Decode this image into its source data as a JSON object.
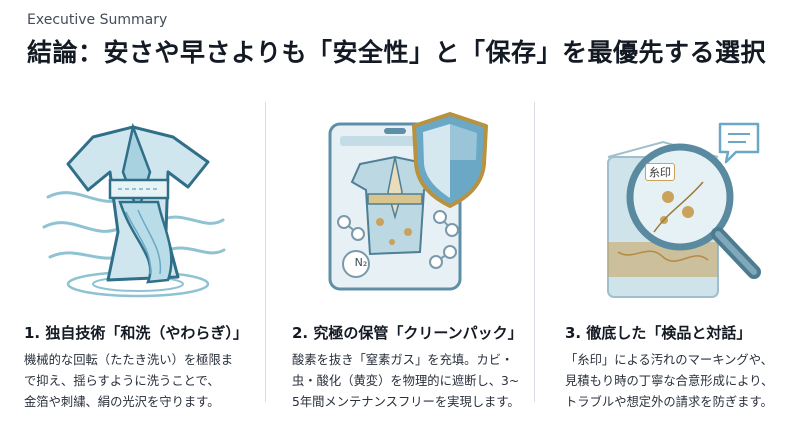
{
  "header": {
    "eyebrow": "Executive Summary",
    "headline": "結論：安さや早さよりも「安全性」と「保存」を最優先する選択"
  },
  "columns": [
    {
      "title": "1. 独自技術「和洗（やわらぎ）」",
      "lines": [
        "機械的な回転（たたき洗い）を極限ま",
        "で抑え、揺らすように洗うことで、",
        "金箔や刺繍、絹の光沢を守ります。"
      ],
      "icon": "kimono-water-icon"
    },
    {
      "title": "2. 究極の保管「クリーンパック」",
      "lines": [
        "酸素を抜き「窒素ガス」を充填。カビ・",
        "虫・酸化（黄変）を物理的に遮断し、3~",
        "5年間メンテナンスフリーを実現します。"
      ],
      "icon": "sealed-pack-shield-icon",
      "badge": "N₂"
    },
    {
      "title": "3. 徹底した「検品と対話」",
      "lines": [
        "「糸印」による汚れのマーキングや、",
        "見積もり時の丁寧な合意形成により、",
        "トラブルや想定外の請求を防ぎます。"
      ],
      "icon": "magnifier-inspection-icon",
      "tag": "糸印"
    }
  ],
  "colors": {
    "accent_blue": "#8fc3d3",
    "deep_blue": "#2f6f88",
    "gold": "#c9a35b",
    "shield": "#6aa8c6"
  }
}
